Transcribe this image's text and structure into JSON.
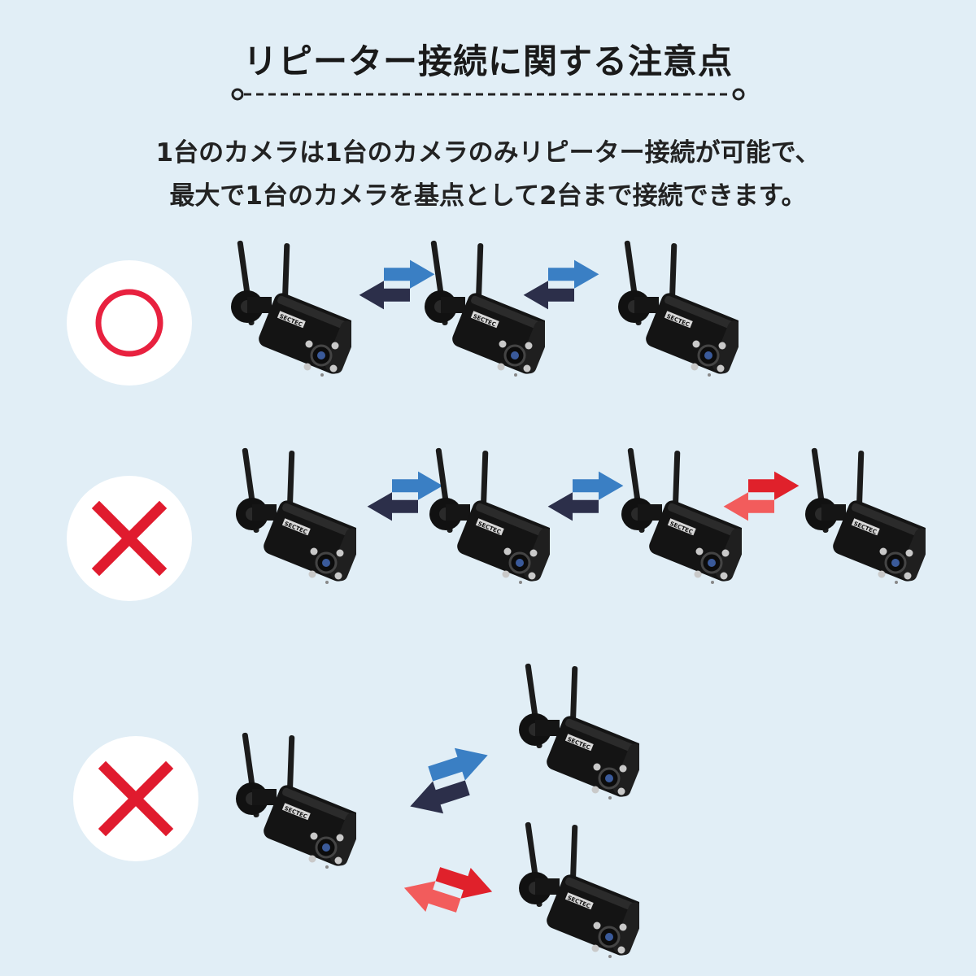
{
  "title": "リピーター接続に関する注意点",
  "description": {
    "line1": "1台のカメラは1台のカメラのみリピーター接続が可能で、",
    "line2": "最大で1台のカメラを基点として2台まで接続できます。"
  },
  "colors": {
    "background": "#e1eef6",
    "ok_mark": "#e8213f",
    "ng_mark": "#e01b2e",
    "arrow_blue": "#3a7fc4",
    "arrow_navy": "#2c2f4a",
    "arrow_red": "#e0212b",
    "arrow_red_light": "#f25c5c"
  },
  "rows": [
    {
      "id": "valid",
      "mark": "circle",
      "mark_icon": "ok-circle-icon",
      "cameras": 3,
      "links": [
        "ok",
        "ok"
      ]
    },
    {
      "id": "invalid-chain",
      "mark": "cross",
      "mark_icon": "ng-cross-icon",
      "cameras": 4,
      "links": [
        "ok",
        "ok",
        "ng"
      ]
    },
    {
      "id": "invalid-branch",
      "mark": "cross",
      "mark_icon": "ng-cross-icon",
      "cameras": 3,
      "links": [
        "ok",
        "ng"
      ]
    }
  ],
  "camera_logo": "SECTEC"
}
